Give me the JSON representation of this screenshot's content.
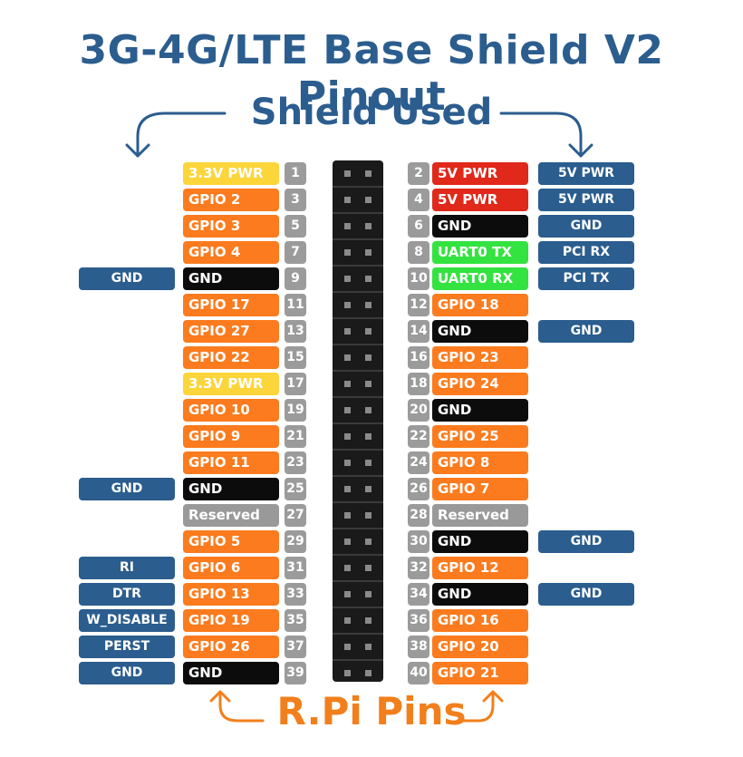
{
  "title": "3G-4G/LTE Base Shield V2 Pinout",
  "subtitle": "Shield Used",
  "footer": "R.Pi Pins",
  "colors": {
    "title": "#2b5d8e",
    "footer": "#f27f1b",
    "shield": "#2b5d8e",
    "pin_number": "#9b9b9b",
    "header": "#1a1a1a",
    "types": {
      "gpio": {
        "bg": "#fb7b1e",
        "fg": "#ffffff"
      },
      "3v3": {
        "bg": "#fcd53a",
        "fg": "#ffffff"
      },
      "5v": {
        "bg": "#e0281b",
        "fg": "#ffffff"
      },
      "gnd": {
        "bg": "#0c0c0c",
        "fg": "#ffffff"
      },
      "uart": {
        "bg": "#33e33f",
        "fg": "#ffffff"
      },
      "reserved": {
        "bg": "#999999",
        "fg": "#ffffff"
      }
    }
  },
  "rows": [
    {
      "left": {
        "num": "1",
        "label": "3.3V PWR",
        "type": "3v3",
        "shield": ""
      },
      "right": {
        "num": "2",
        "label": "5V PWR",
        "type": "5v",
        "shield": "5V PWR"
      }
    },
    {
      "left": {
        "num": "3",
        "label": "GPIO 2",
        "type": "gpio",
        "shield": ""
      },
      "right": {
        "num": "4",
        "label": "5V PWR",
        "type": "5v",
        "shield": "5V PWR"
      }
    },
    {
      "left": {
        "num": "5",
        "label": "GPIO 3",
        "type": "gpio",
        "shield": ""
      },
      "right": {
        "num": "6",
        "label": "GND",
        "type": "gnd",
        "shield": "GND"
      }
    },
    {
      "left": {
        "num": "7",
        "label": "GPIO 4",
        "type": "gpio",
        "shield": ""
      },
      "right": {
        "num": "8",
        "label": "UART0 TX",
        "type": "uart",
        "shield": "PCI RX"
      }
    },
    {
      "left": {
        "num": "9",
        "label": "GND",
        "type": "gnd",
        "shield": "GND"
      },
      "right": {
        "num": "10",
        "label": "UART0 RX",
        "type": "uart",
        "shield": "PCI TX"
      }
    },
    {
      "left": {
        "num": "11",
        "label": "GPIO 17",
        "type": "gpio",
        "shield": ""
      },
      "right": {
        "num": "12",
        "label": "GPIO 18",
        "type": "gpio",
        "shield": ""
      }
    },
    {
      "left": {
        "num": "13",
        "label": "GPIO 27",
        "type": "gpio",
        "shield": ""
      },
      "right": {
        "num": "14",
        "label": "GND",
        "type": "gnd",
        "shield": "GND"
      }
    },
    {
      "left": {
        "num": "15",
        "label": "GPIO 22",
        "type": "gpio",
        "shield": ""
      },
      "right": {
        "num": "16",
        "label": "GPIO 23",
        "type": "gpio",
        "shield": ""
      }
    },
    {
      "left": {
        "num": "17",
        "label": "3.3V PWR",
        "type": "3v3",
        "shield": ""
      },
      "right": {
        "num": "18",
        "label": "GPIO 24",
        "type": "gpio",
        "shield": ""
      }
    },
    {
      "left": {
        "num": "19",
        "label": "GPIO 10",
        "type": "gpio",
        "shield": ""
      },
      "right": {
        "num": "20",
        "label": "GND",
        "type": "gnd",
        "shield": ""
      }
    },
    {
      "left": {
        "num": "21",
        "label": "GPIO 9",
        "type": "gpio",
        "shield": ""
      },
      "right": {
        "num": "22",
        "label": "GPIO 25",
        "type": "gpio",
        "shield": ""
      }
    },
    {
      "left": {
        "num": "23",
        "label": "GPIO 11",
        "type": "gpio",
        "shield": ""
      },
      "right": {
        "num": "24",
        "label": "GPIO 8",
        "type": "gpio",
        "shield": ""
      }
    },
    {
      "left": {
        "num": "25",
        "label": "GND",
        "type": "gnd",
        "shield": "GND"
      },
      "right": {
        "num": "26",
        "label": "GPIO 7",
        "type": "gpio",
        "shield": ""
      }
    },
    {
      "left": {
        "num": "27",
        "label": "Reserved",
        "type": "reserved",
        "shield": ""
      },
      "right": {
        "num": "28",
        "label": "Reserved",
        "type": "reserved",
        "shield": ""
      }
    },
    {
      "left": {
        "num": "29",
        "label": "GPIO 5",
        "type": "gpio",
        "shield": ""
      },
      "right": {
        "num": "30",
        "label": "GND",
        "type": "gnd",
        "shield": "GND"
      }
    },
    {
      "left": {
        "num": "31",
        "label": "GPIO 6",
        "type": "gpio",
        "shield": "RI"
      },
      "right": {
        "num": "32",
        "label": "GPIO 12",
        "type": "gpio",
        "shield": ""
      }
    },
    {
      "left": {
        "num": "33",
        "label": "GPIO 13",
        "type": "gpio",
        "shield": "DTR"
      },
      "right": {
        "num": "34",
        "label": "GND",
        "type": "gnd",
        "shield": "GND"
      }
    },
    {
      "left": {
        "num": "35",
        "label": "GPIO 19",
        "type": "gpio",
        "shield": "W_DISABLE"
      },
      "right": {
        "num": "36",
        "label": "GPIO 16",
        "type": "gpio",
        "shield": ""
      }
    },
    {
      "left": {
        "num": "37",
        "label": "GPIO 26",
        "type": "gpio",
        "shield": "PERST"
      },
      "right": {
        "num": "38",
        "label": "GPIO 20",
        "type": "gpio",
        "shield": ""
      }
    },
    {
      "left": {
        "num": "39",
        "label": "GND",
        "type": "gnd",
        "shield": "GND"
      },
      "right": {
        "num": "40",
        "label": "GPIO 21",
        "type": "gpio",
        "shield": ""
      }
    }
  ]
}
